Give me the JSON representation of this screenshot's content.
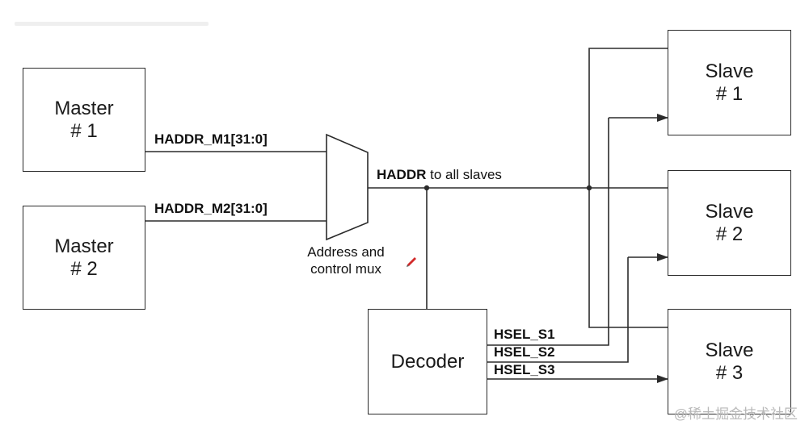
{
  "blocks": {
    "master1": [
      "Master",
      "# 1"
    ],
    "master2": [
      "Master",
      "# 2"
    ],
    "slave1": [
      "Slave",
      "# 1"
    ],
    "slave2": [
      "Slave",
      "# 2"
    ],
    "slave3": [
      "Slave",
      "# 3"
    ],
    "decoder": "Decoder"
  },
  "signals": {
    "haddr_m1": "HADDR_M1[31:0]",
    "haddr_m2": "HADDR_M2[31:0]",
    "haddr": "HADDR",
    "haddr_suffix": " to all slaves",
    "hsel_s1": "HSEL_S1",
    "hsel_s2": "HSEL_S2",
    "hsel_s3": "HSEL_S3"
  },
  "mux_label": [
    "Address and",
    "control mux"
  ],
  "watermark": "@稀土掘金技术社区",
  "colors": {
    "line": "#2b2b2b",
    "text": "#111111",
    "pen": "#d22b2b"
  }
}
